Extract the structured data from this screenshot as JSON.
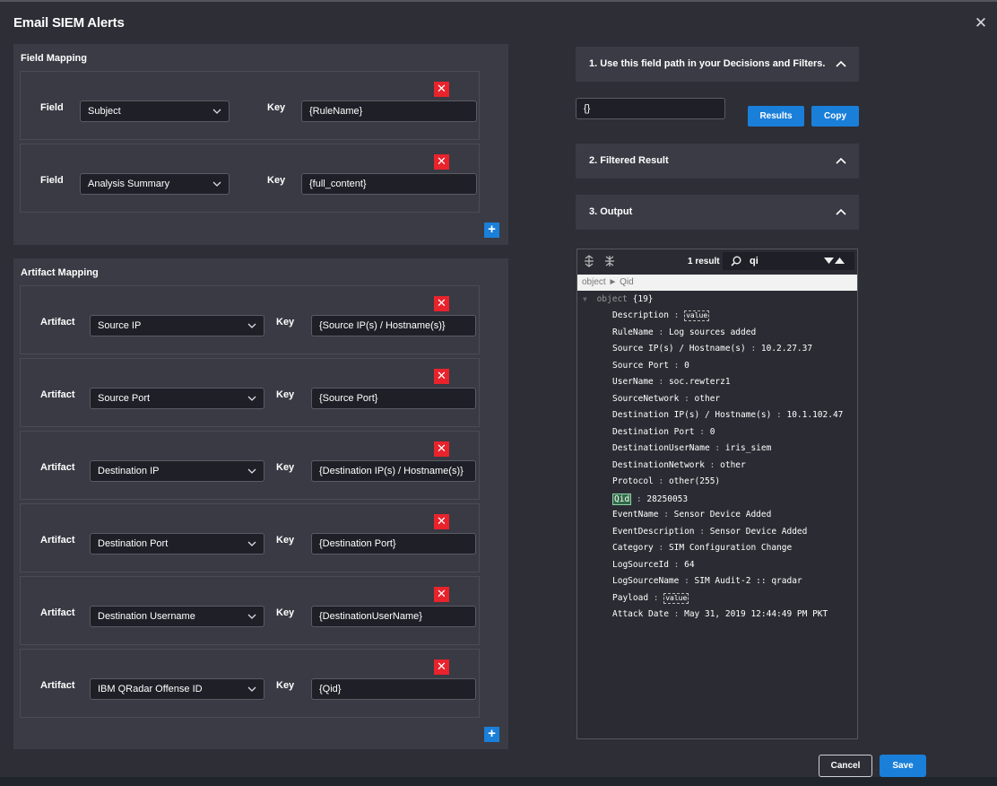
{
  "window": {
    "title": "Email SIEM Alerts"
  },
  "field_mapping": {
    "title": "Field Mapping",
    "rows": [
      {
        "label": "Field",
        "selected": "Subject",
        "key_label": "Key",
        "key_value": "{RuleName}"
      },
      {
        "label": "Field",
        "selected": "Analysis Summary",
        "key_label": "Key",
        "key_value": "{full_content}"
      }
    ]
  },
  "artifact_mapping": {
    "title": "Artifact Mapping",
    "rows": [
      {
        "label": "Artifact",
        "selected": "Source IP",
        "key_label": "Key",
        "key_value": "{Source IP(s) / Hostname(s)}"
      },
      {
        "label": "Artifact",
        "selected": "Source Port",
        "key_label": "Key",
        "key_value": "{Source Port}"
      },
      {
        "label": "Artifact",
        "selected": "Destination IP",
        "key_label": "Key",
        "key_value": "{Destination IP(s) / Hostname(s)}"
      },
      {
        "label": "Artifact",
        "selected": "Destination Port",
        "key_label": "Key",
        "key_value": "{Destination Port}"
      },
      {
        "label": "Artifact",
        "selected": "Destination Username",
        "key_label": "Key",
        "key_value": "{DestinationUserName}"
      },
      {
        "label": "Artifact",
        "selected": "IBM QRadar Offense ID",
        "key_label": "Key",
        "key_value": "{Qid}"
      }
    ]
  },
  "icons": {
    "close": "close-icon",
    "delete": "close-icon",
    "add": "plus-icon",
    "chevron": "chevron-down-icon",
    "collapse": "chevron-up-icon",
    "expand_all": "expand-all-icon",
    "collapse_all": "collapse-all-icon",
    "search": "search-icon",
    "next": "arrow-down-icon",
    "prev": "arrow-up-icon"
  },
  "right": {
    "step1": "1. Use this field path in your Decisions and Filters.",
    "path_value": "{}",
    "results_label": "Results",
    "copy_label": "Copy",
    "step2": "2. Filtered Result",
    "step3": "3. Output"
  },
  "viewer": {
    "result_count": "1 result",
    "search_value": "qi",
    "breadcrumb": "object ► Qid",
    "root_label": "object",
    "root_count": "{19}",
    "entries": [
      {
        "key": "Description",
        "value": "value",
        "boxed": true
      },
      {
        "key": "RuleName",
        "value": "Log sources added"
      },
      {
        "key": "Source IP(s) / Hostname(s)",
        "value": "10.2.27.37"
      },
      {
        "key": "Source Port",
        "value": "0"
      },
      {
        "key": "UserName",
        "value": "soc.rewterz1"
      },
      {
        "key": "SourceNetwork",
        "value": "other"
      },
      {
        "key": "Destination IP(s) / Hostname(s)",
        "value": "10.1.102.47"
      },
      {
        "key": "Destination Port",
        "value": "0"
      },
      {
        "key": "DestinationUserName",
        "value": "iris_siem"
      },
      {
        "key": "DestinationNetwork",
        "value": "other"
      },
      {
        "key": "Protocol",
        "value": "other(255)"
      },
      {
        "key": "Qid",
        "value": "28250053",
        "highlight": true
      },
      {
        "key": "EventName",
        "value": "Sensor Device Added"
      },
      {
        "key": "EventDescription",
        "value": "Sensor Device Added"
      },
      {
        "key": "Category",
        "value": "SIM Configuration Change"
      },
      {
        "key": "LogSourceId",
        "value": "64"
      },
      {
        "key": "LogSourceName",
        "value": "SIM Audit-2 :: qradar"
      },
      {
        "key": "Payload",
        "value": "value",
        "boxed": true
      },
      {
        "key": "Attack Date",
        "value": "May 31, 2019 12:44:49 PM PKT"
      }
    ]
  },
  "footer": {
    "cancel_label": "Cancel",
    "save_label": "Save"
  },
  "colors": {
    "accent": "#1a7fd9",
    "danger": "#e8232c",
    "highlight": "#2f6a46"
  }
}
